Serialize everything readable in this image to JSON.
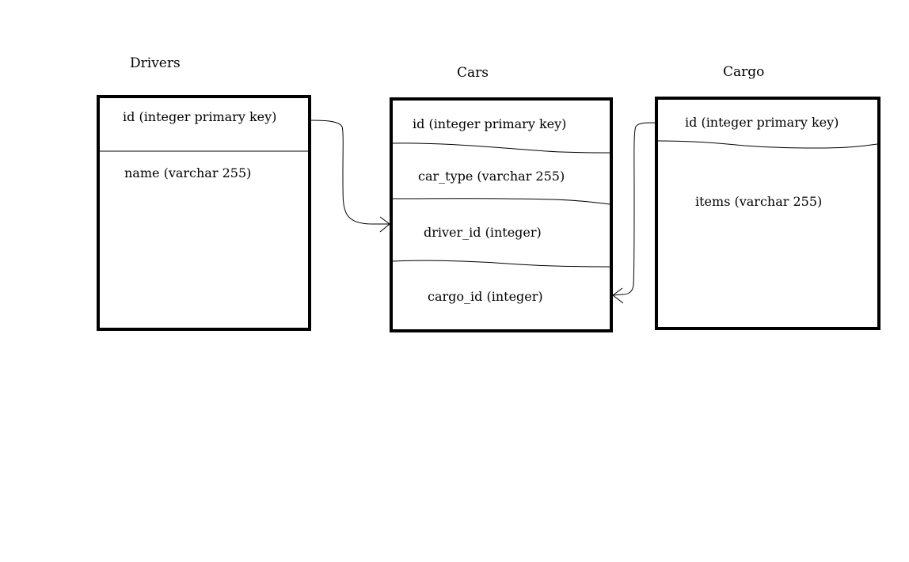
{
  "tables": {
    "drivers": {
      "title": "Drivers",
      "fields": [
        "id (integer primary key)",
        "name (varchar 255)"
      ]
    },
    "cars": {
      "title": "Cars",
      "fields": [
        "id (integer primary key)",
        "car_type (varchar 255)",
        "driver_id (integer)",
        "cargo_id (integer)"
      ]
    },
    "cargo": {
      "title": "Cargo",
      "fields": [
        "id (integer primary key)",
        "items (varchar 255)"
      ]
    }
  },
  "relations": [
    {
      "from": "drivers.id (integer primary key)",
      "to": "cars.driver_id (integer)"
    },
    {
      "from": "cargo.id (integer primary key)",
      "to": "cars.cargo_id (integer)"
    }
  ],
  "colors": {
    "stroke": "#000000",
    "background": "#ffffff"
  }
}
